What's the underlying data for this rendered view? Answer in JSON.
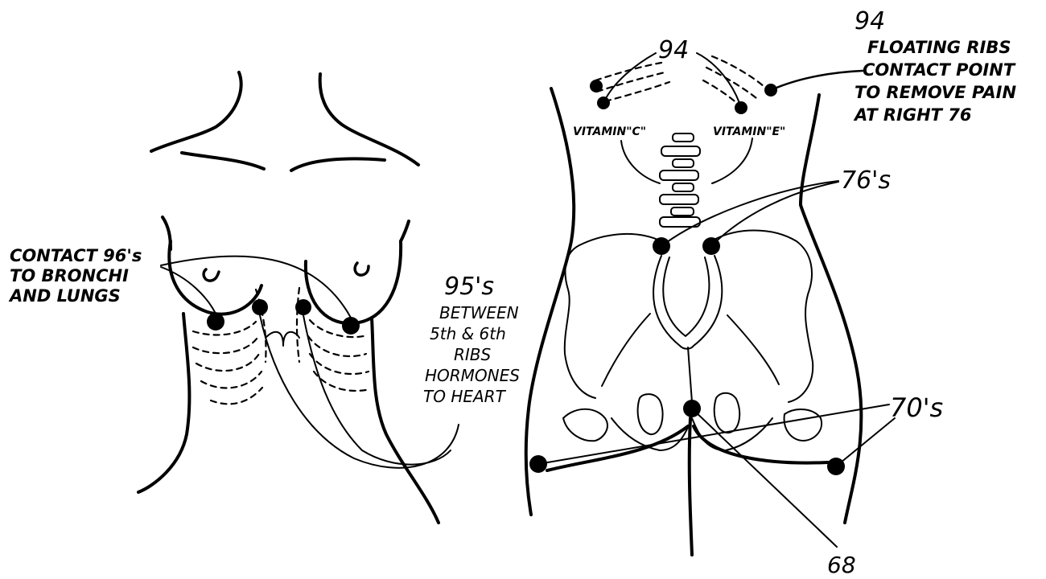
{
  "labels": {
    "contact96": [
      "CONTACT 96's",
      "TO BRONCHI",
      "AND LUNGS"
    ],
    "ribs95": [
      "95's",
      "BETWEEN",
      "5th & 6th",
      "RIBS",
      "HORMONES",
      "TO HEART"
    ],
    "point94_center": "94",
    "point94_note": [
      "94",
      "FLOATING RIBS",
      "CONTACT POINT",
      "TO REMOVE PAIN",
      "AT RIGHT 76"
    ],
    "vitamin_c": "VITAMIN\"C\"",
    "vitamin_e": "VITAMIN\"E\"",
    "point76": "76's",
    "point70": "70's",
    "point68": "68"
  },
  "colors": {
    "ink": "#000000",
    "paper": "#ffffff"
  }
}
